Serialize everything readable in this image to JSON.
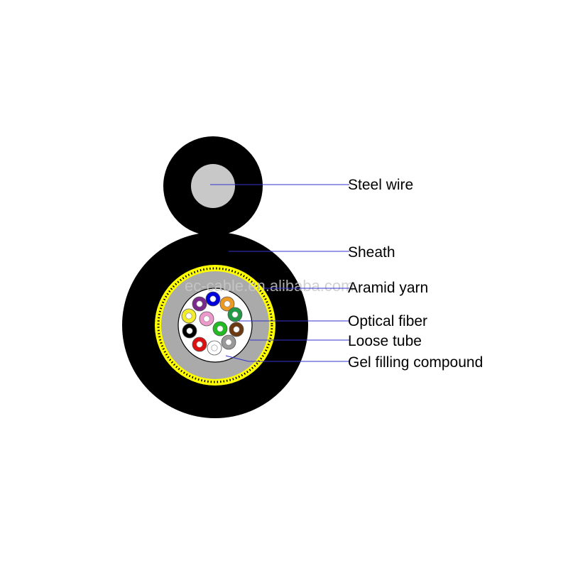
{
  "labels": {
    "steel_wire": "Steel wire",
    "sheath": "Sheath",
    "aramid_yarn": "Aramid yarn",
    "optical_fiber": "Optical fiber",
    "loose_tube": "Loose tube",
    "gel_filling": "Gel filling compound"
  },
  "watermark": "ec-cable.en.alibaba.com",
  "colors": {
    "sheath": "#000000",
    "steel_wire": "#c8c8c8",
    "aramid_yarn": "#ffff00",
    "gel_filling": "#aaaaaa",
    "loose_tube": "#ffffff",
    "leader_line": "#3333cc"
  },
  "fibers": [
    {
      "color": "#7a2a8a"
    },
    {
      "color": "#0000dd"
    },
    {
      "color": "#ee9a22"
    },
    {
      "color": "#229944"
    },
    {
      "color": "#6b3a12"
    },
    {
      "color": "#999999"
    },
    {
      "color": "#ffffff"
    },
    {
      "color": "#dd1111"
    },
    {
      "color": "#000000"
    },
    {
      "color": "#f2ec2a"
    },
    {
      "color": "#ee99cc"
    },
    {
      "color": "#22bb22"
    }
  ]
}
